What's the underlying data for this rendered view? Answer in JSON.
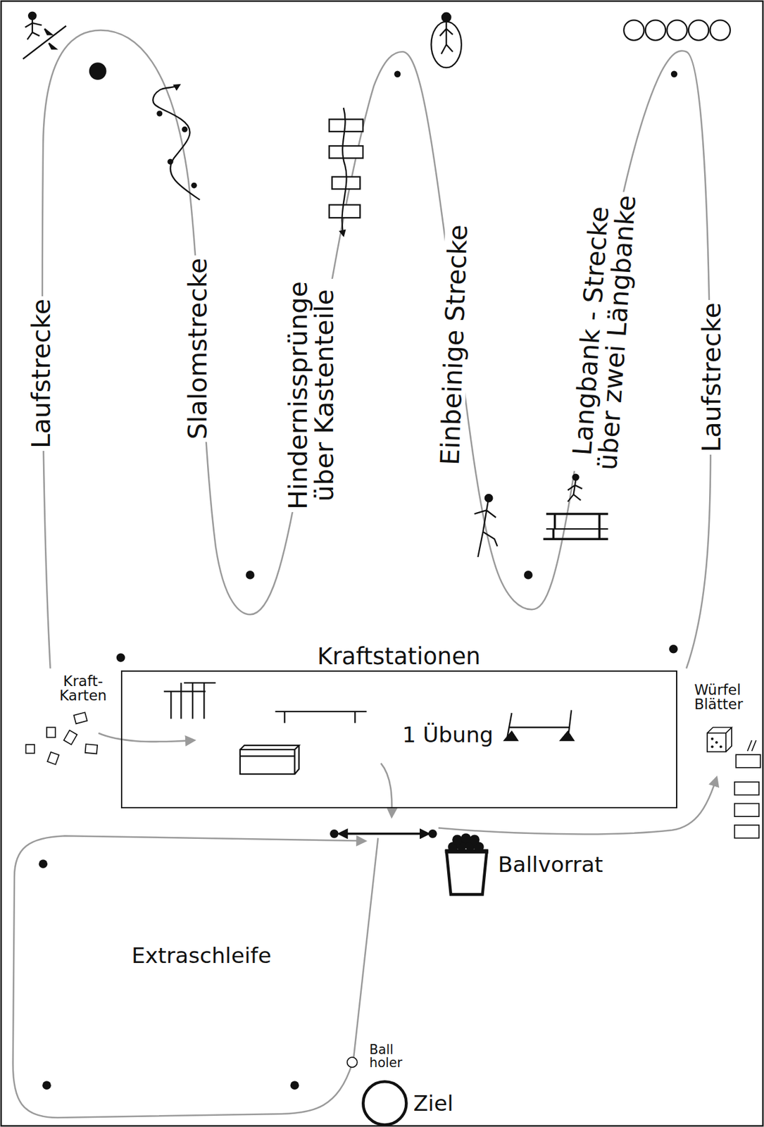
{
  "diagram": {
    "nodes": [
      {
        "text": [
          "Kraftstationen",
          "1 Übung"
        ]
      },
      {
        "text": [
          "Ballvorrat"
        ]
      },
      {
        "text": [
          "Ziel"
        ]
      }
    ],
    "labels": [
      "Laufstrecke",
      "Slalomstrecke",
      "Hindernissprünge über Kastenteile",
      "Einbeinige Strecke",
      "Langbank - Strecke über zwei Längbanke",
      "Laufstrecke",
      "Kraft-Karten",
      "Würfel Blätter",
      "Extraschleife",
      "Ball holer"
    ]
  }
}
